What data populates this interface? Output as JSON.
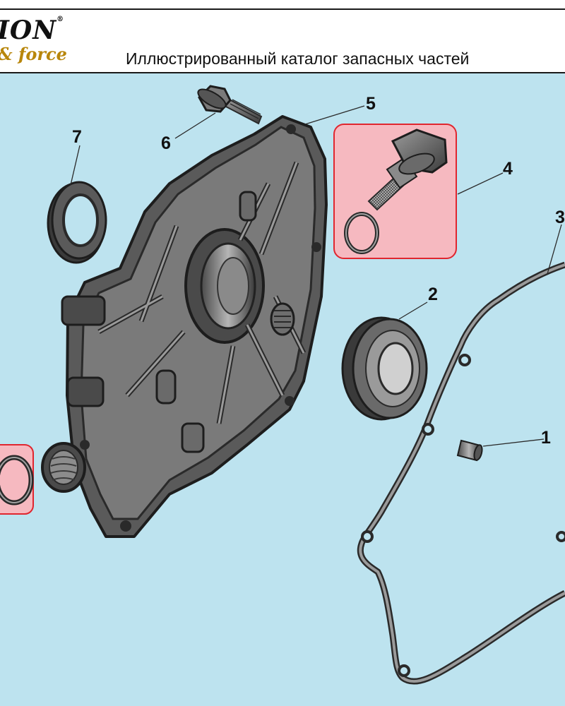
{
  "header": {
    "logo_top": "ION",
    "logo_registered": "®",
    "logo_bottom": "& force",
    "title": "Иллюстрированный каталог запасных частей"
  },
  "colors": {
    "background": "#bde3ef",
    "highlight_fill": "#f6b9c0",
    "highlight_border": "#e0262f",
    "part_dark": "#3a3a3a",
    "part_light": "#8c8c8c"
  },
  "callouts": [
    {
      "number": "1",
      "part": "dowel-pin"
    },
    {
      "number": "2",
      "part": "ball-bearing"
    },
    {
      "number": "3",
      "part": "gasket"
    },
    {
      "number": "4",
      "part": "oil-filler-plug"
    },
    {
      "number": "5",
      "part": "crankcase-cover"
    },
    {
      "number": "6",
      "part": "flange-bolt"
    },
    {
      "number": "7",
      "part": "oil-seal"
    }
  ]
}
